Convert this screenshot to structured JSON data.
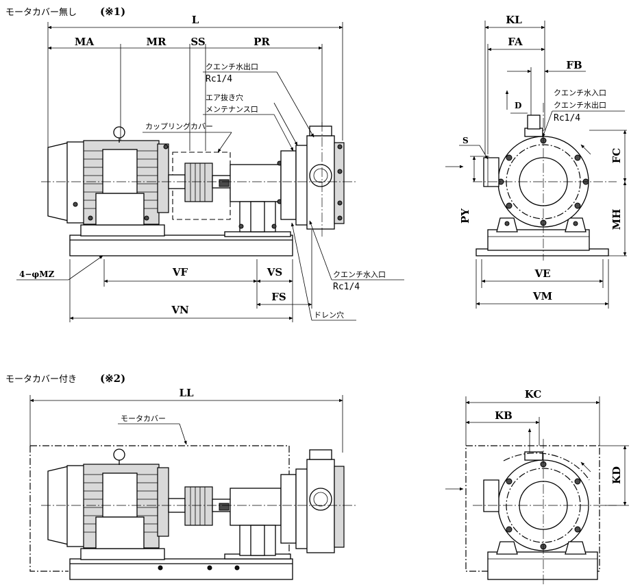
{
  "titles": {
    "no_cover": "モータカバー無し",
    "no_cover_note": "(※1)",
    "with_cover": "モータカバー付き",
    "with_cover_note": "(※2)"
  },
  "dims_top": {
    "L": "L",
    "MA": "MA",
    "MR": "MR",
    "SS": "SS",
    "PR": "PR",
    "VF": "VF",
    "VS": "VS",
    "FS": "FS",
    "VN": "VN",
    "MZ": "4−φMZ"
  },
  "dims_right": {
    "KL": "KL",
    "FA": "FA",
    "FB": "FB",
    "D": "D",
    "S": "S",
    "FC": "FC",
    "PY": "PY",
    "MH": "MH",
    "VE": "VE",
    "VM": "VM"
  },
  "dims_bottom": {
    "LL": "LL",
    "KC": "KC",
    "KB": "KB",
    "KD": "KD"
  },
  "notes": {
    "quench_out": "クエンチ水出口",
    "quench_out_rc": "Rc1/4",
    "air_vent": "エア抜き穴",
    "maintenance": "メンテナンス口",
    "coupling_cover": "カップリングカバー",
    "quench_in": "クエンチ水入口",
    "quench_in_rc": "Rc1/4",
    "drain": "ドレン穴",
    "quench_in_r": "クエンチ水入口",
    "quench_out_r": "クエンチ水出口",
    "quench_rc_r": "Rc1/4",
    "motor_cover": "モータカバー"
  }
}
